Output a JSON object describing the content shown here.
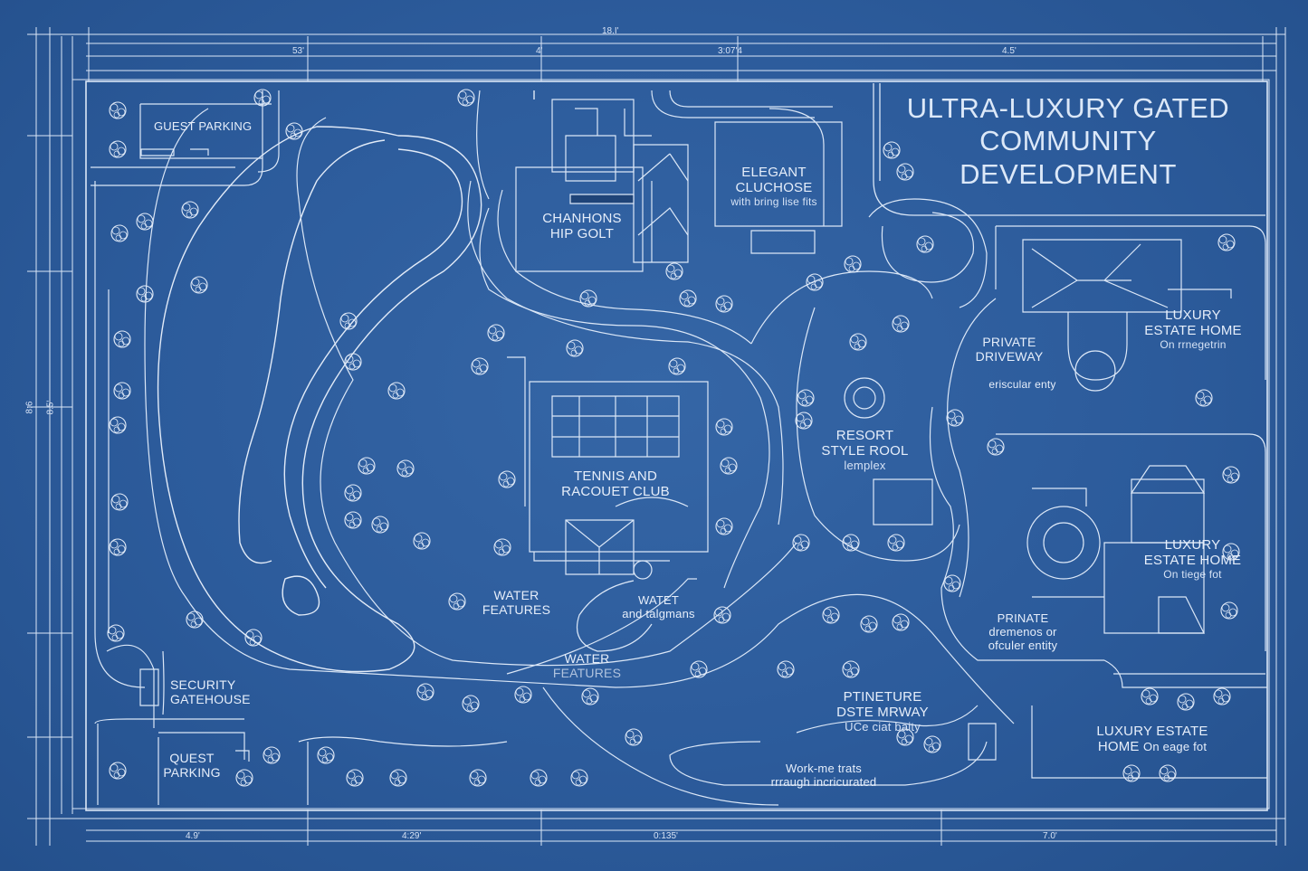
{
  "title": {
    "line1": "ULTRA-LUXURY GATED",
    "line2": "COMMUNITY",
    "line3": "DEVELOPMENT"
  },
  "dimensions": {
    "top_overall": "18.I'",
    "top_a": "53'",
    "top_b": "4'",
    "top_c": "3:07'4",
    "top_d": "4.5'",
    "bottom_a": "4.9'",
    "bottom_b": "4:29'",
    "bottom_c": "0:135'",
    "bottom_d": "7.0'",
    "left_a": "8:6",
    "left_b": "8.5'"
  },
  "labels": {
    "guest_parking_top": "GUEST PARKING",
    "clubhouse_a_line1": "CHANHONS",
    "clubhouse_a_line2": "HIP GOLT",
    "clubhouse_b_line1": "ELEGANT",
    "clubhouse_b_line2": "CLUCHOSE",
    "clubhouse_b_sub": "with bring lise fits",
    "tennis_line1": "TENNIS AND",
    "tennis_line2": "RACOUET CLUB",
    "resort_line1": "RESORT",
    "resort_line2": "STYLE ROOL",
    "resort_sub": "lemplex",
    "private_driveway_line1": "PRIVATE",
    "private_driveway_line2": "DRIVEWAY",
    "private_driveway_sub": "eriscular enty",
    "estate_1_line1": "LUXURY",
    "estate_1_line2": "ESTATE HOME",
    "estate_1_sub": "On rrnegetrin",
    "estate_2_line1": "LUXURY",
    "estate_2_line2": "ESTATE HOME",
    "estate_2_sub": "On tiege fot",
    "estate_3_line1": "LUXURY ESTATE",
    "estate_3_line2": "HOME",
    "estate_3_sub": "On eage fot",
    "water_features_1_line1": "WATER",
    "water_features_1_line2": "FEATURES",
    "watet_line1": "WATET",
    "watet_line2": "and talgmans",
    "water_features_2_line1": "WATER",
    "water_features_2_line2": "FEATURES",
    "security_line1": "SECURITY",
    "security_line2": "GATEHOUSE",
    "guest_parking_bottom_line1": "QUEST",
    "guest_parking_bottom_line2": "PARKING",
    "private_entry_line1": "PRINATE",
    "private_entry_line2": "dremenos or",
    "private_entry_line3": "ofculer entity",
    "ptineture_line1": "PTINETURE",
    "ptineture_line2": "DSTE MRWAY",
    "ptineture_sub": "UCe ciat  baity",
    "trails_line1": "Work-me trats",
    "trails_line2": "rrraugh incricurated"
  },
  "colors": {
    "background": "#2c5b9b",
    "line": "#dbe7f7",
    "text": "#e6eefa"
  }
}
